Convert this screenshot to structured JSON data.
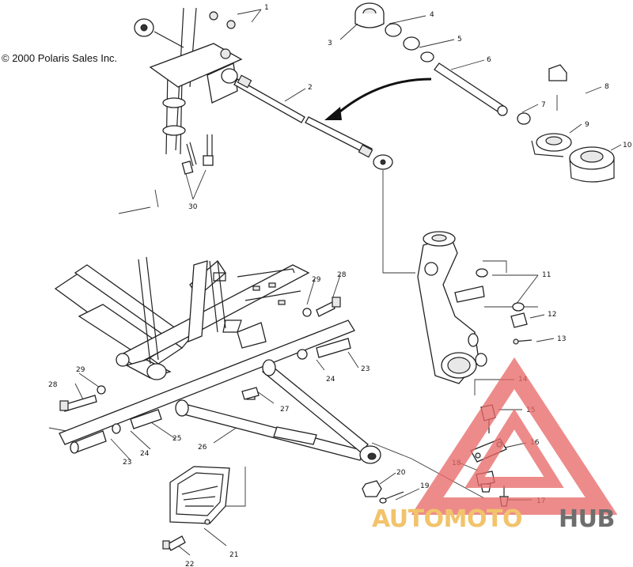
{
  "copyright": "© 2000 Polaris Sales Inc.",
  "callouts": [
    "1",
    "2",
    "3",
    "4",
    "5",
    "6",
    "7",
    "8",
    "9",
    "10",
    "11",
    "12",
    "13",
    "14",
    "15",
    "16",
    "17",
    "18",
    "19",
    "20",
    "21",
    "22",
    "23",
    "23",
    "24",
    "24",
    "25",
    "26",
    "27",
    "28",
    "28",
    "29",
    "29",
    "30"
  ],
  "watermark": {
    "part_a": "AUTOMOTO",
    "part_b": "HUB",
    "colors": {
      "triangle": "#e86a6a",
      "part_a": "#f2c36b",
      "part_b": "#6e6e6e"
    }
  }
}
